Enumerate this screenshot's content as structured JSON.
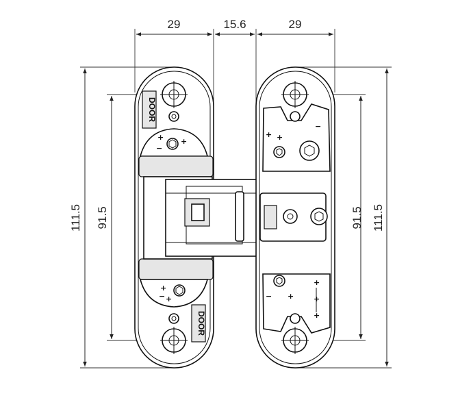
{
  "dimensions": {
    "top_left_width": "29",
    "top_gap_width": "15.6",
    "top_right_width": "29",
    "left_outer_height": "111.5",
    "left_inner_height": "91.5",
    "right_inner_height": "91.5",
    "right_outer_height": "111.5"
  },
  "hinge": {
    "brand_upper": "DOOR",
    "brand_lower": "DOOR"
  },
  "adjust_symbols": {
    "plus": "+",
    "minus": "−"
  }
}
